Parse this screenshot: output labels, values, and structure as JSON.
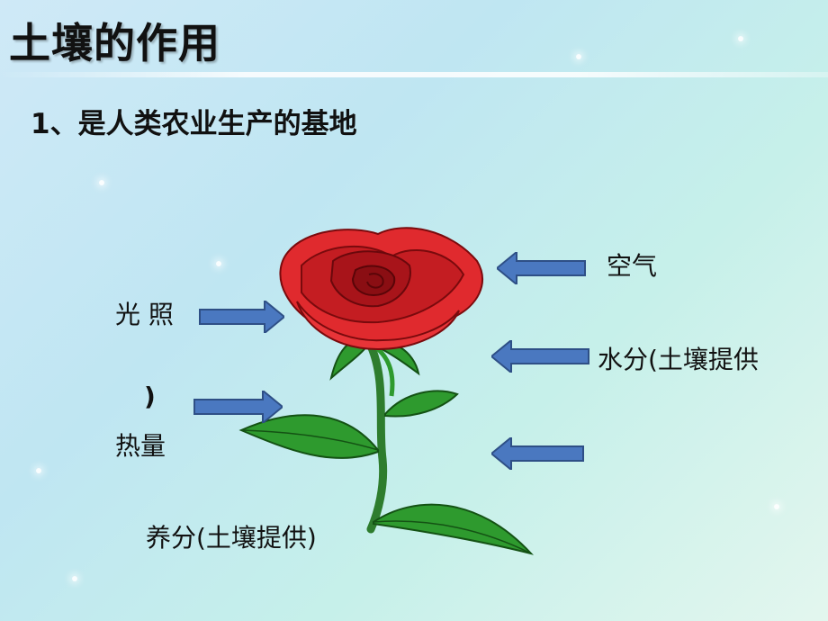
{
  "slide": {
    "title": "土壤的作用",
    "subtitle": "1、是人类农业生产的基地"
  },
  "labels": {
    "air": "空气",
    "light": "光 照",
    "water": "水分(土壤提供",
    "paren": ")",
    "heat": "热量",
    "nutrients": "养分(土壤提供)"
  },
  "icons": {
    "flower": "rose-icon",
    "arrow": "arrow-icon"
  },
  "colors": {
    "arrow_fill": "#4a78c0",
    "arrow_stroke": "#2e4f86",
    "petal": "#d8262b",
    "leaf": "#2e8b2e"
  }
}
